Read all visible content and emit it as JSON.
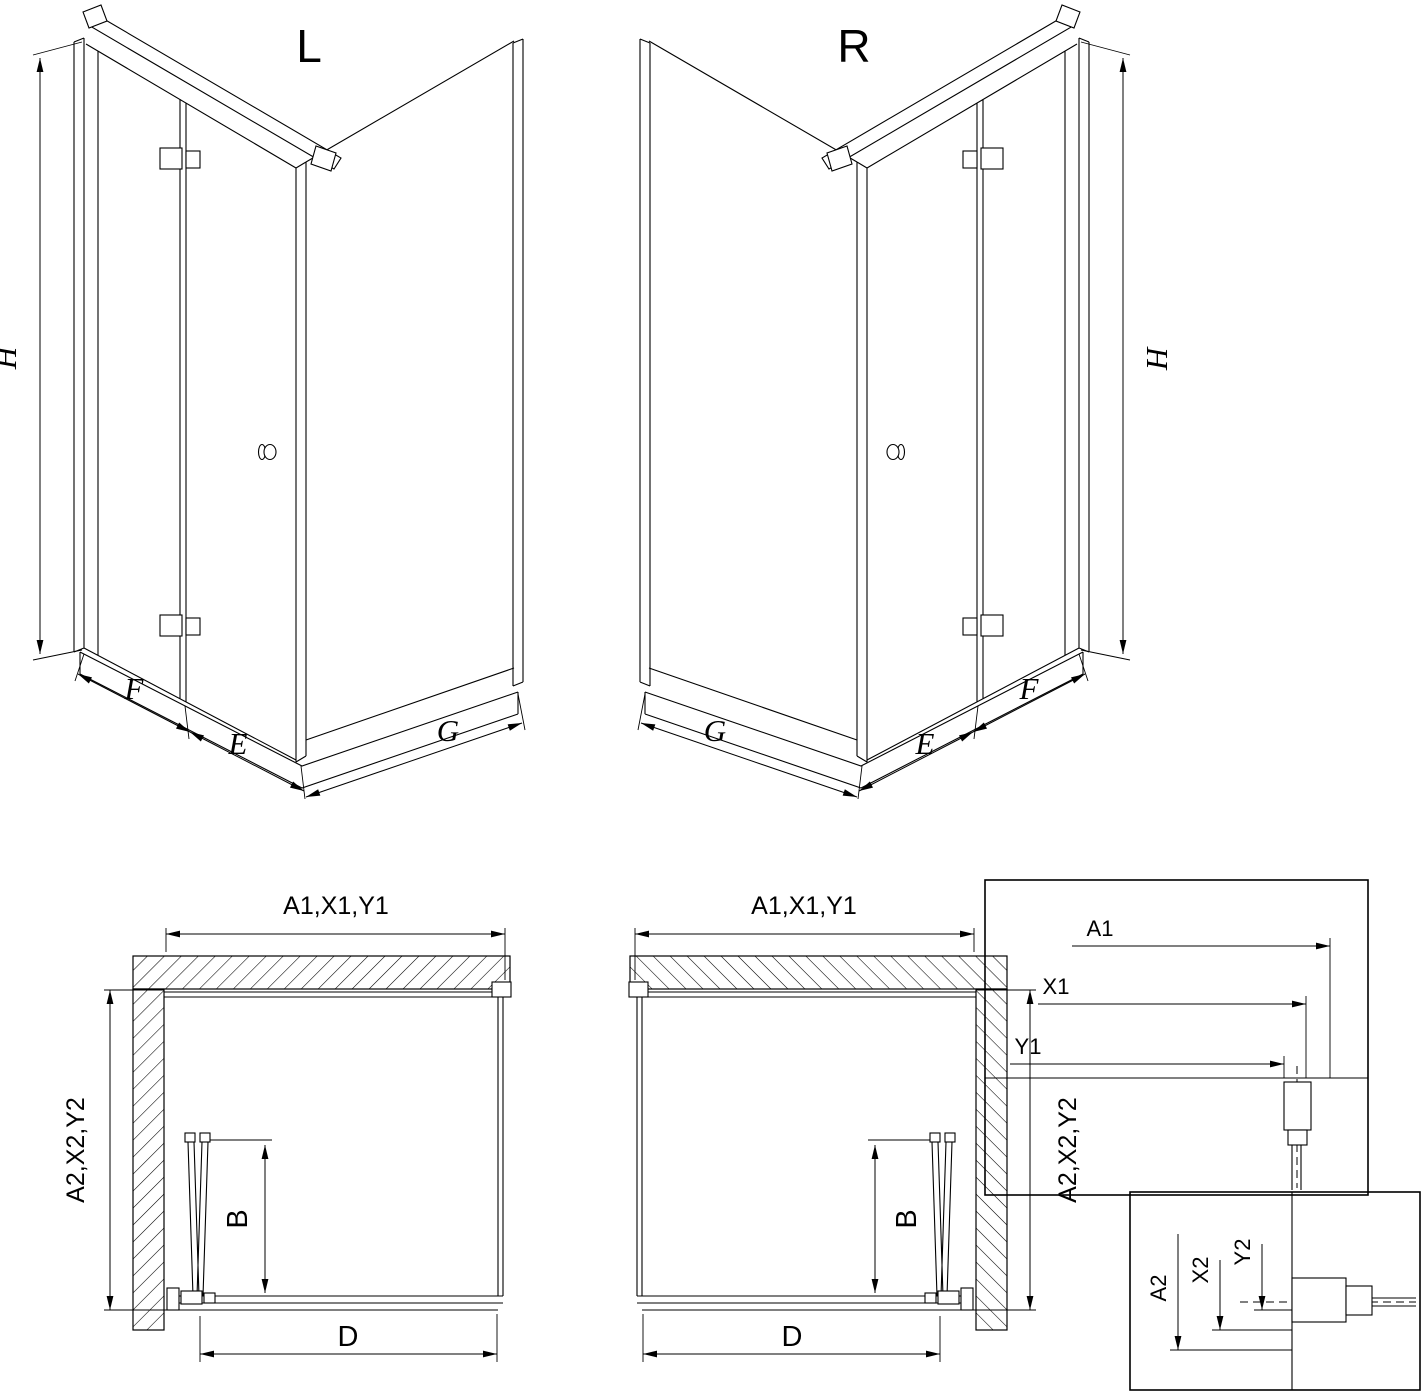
{
  "colors": {
    "line": "#000000",
    "background": "#ffffff"
  },
  "views": {
    "iso_left": {
      "variant": "L",
      "dim_height": "H",
      "dim_f": "F",
      "dim_e": "E",
      "dim_g": "G"
    },
    "iso_right": {
      "variant": "R",
      "dim_height": "H",
      "dim_f": "F",
      "dim_e": "E",
      "dim_g": "G"
    },
    "plan_left": {
      "dim_width": "A1,X1,Y1",
      "dim_depth": "A2,X2,Y2",
      "dim_b": "B",
      "dim_d": "D"
    },
    "plan_right": {
      "dim_width": "A1,X1,Y1",
      "dim_depth": "A2,X2,Y2",
      "dim_b": "B",
      "dim_d": "D"
    },
    "detail_width": {
      "dim_a1": "A1",
      "dim_x1": "X1",
      "dim_y1": "Y1"
    },
    "detail_depth": {
      "dim_a2": "A2",
      "dim_x2": "X2",
      "dim_y2": "Y2"
    }
  }
}
